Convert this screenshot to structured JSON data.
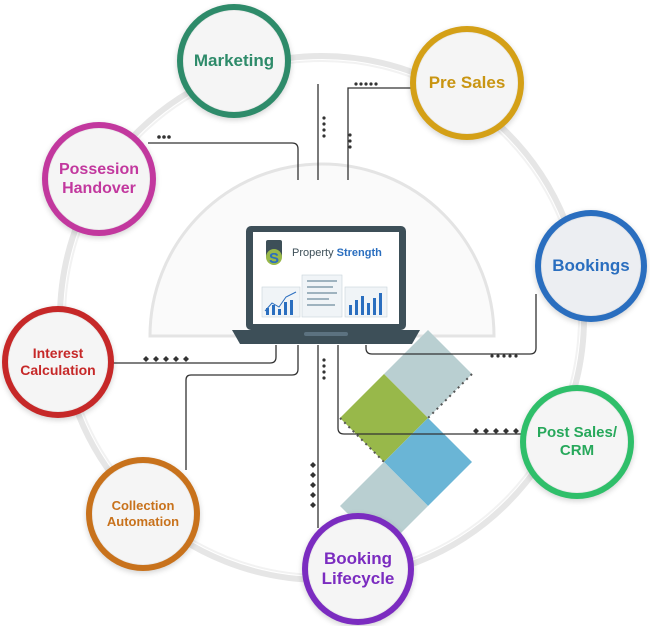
{
  "center": {
    "brand_prefix": "Property ",
    "brand_name": "Strength"
  },
  "colors": {
    "marketing": "#2e8b6a",
    "pre_sales": "#d4a017",
    "bookings": "#2a6ebf",
    "post_sales": "#2fbf6a",
    "booking_lifecycle": "#7b2cc0",
    "collection": "#c8721c",
    "interest": "#c62828",
    "possession": "#c2389e"
  },
  "nodes": [
    {
      "id": "marketing",
      "label": "Marketing"
    },
    {
      "id": "pre_sales",
      "label": "Pre Sales"
    },
    {
      "id": "bookings",
      "label": "Bookings"
    },
    {
      "id": "post_sales",
      "label": "Post Sales/\nCRM"
    },
    {
      "id": "booking_lifecycle",
      "label": "Booking\nLifecycle"
    },
    {
      "id": "collection",
      "label": "Collection\nAutomation"
    },
    {
      "id": "interest",
      "label": "Interest\nCalculation"
    },
    {
      "id": "possession",
      "label": "Possesion\nHandover"
    }
  ]
}
